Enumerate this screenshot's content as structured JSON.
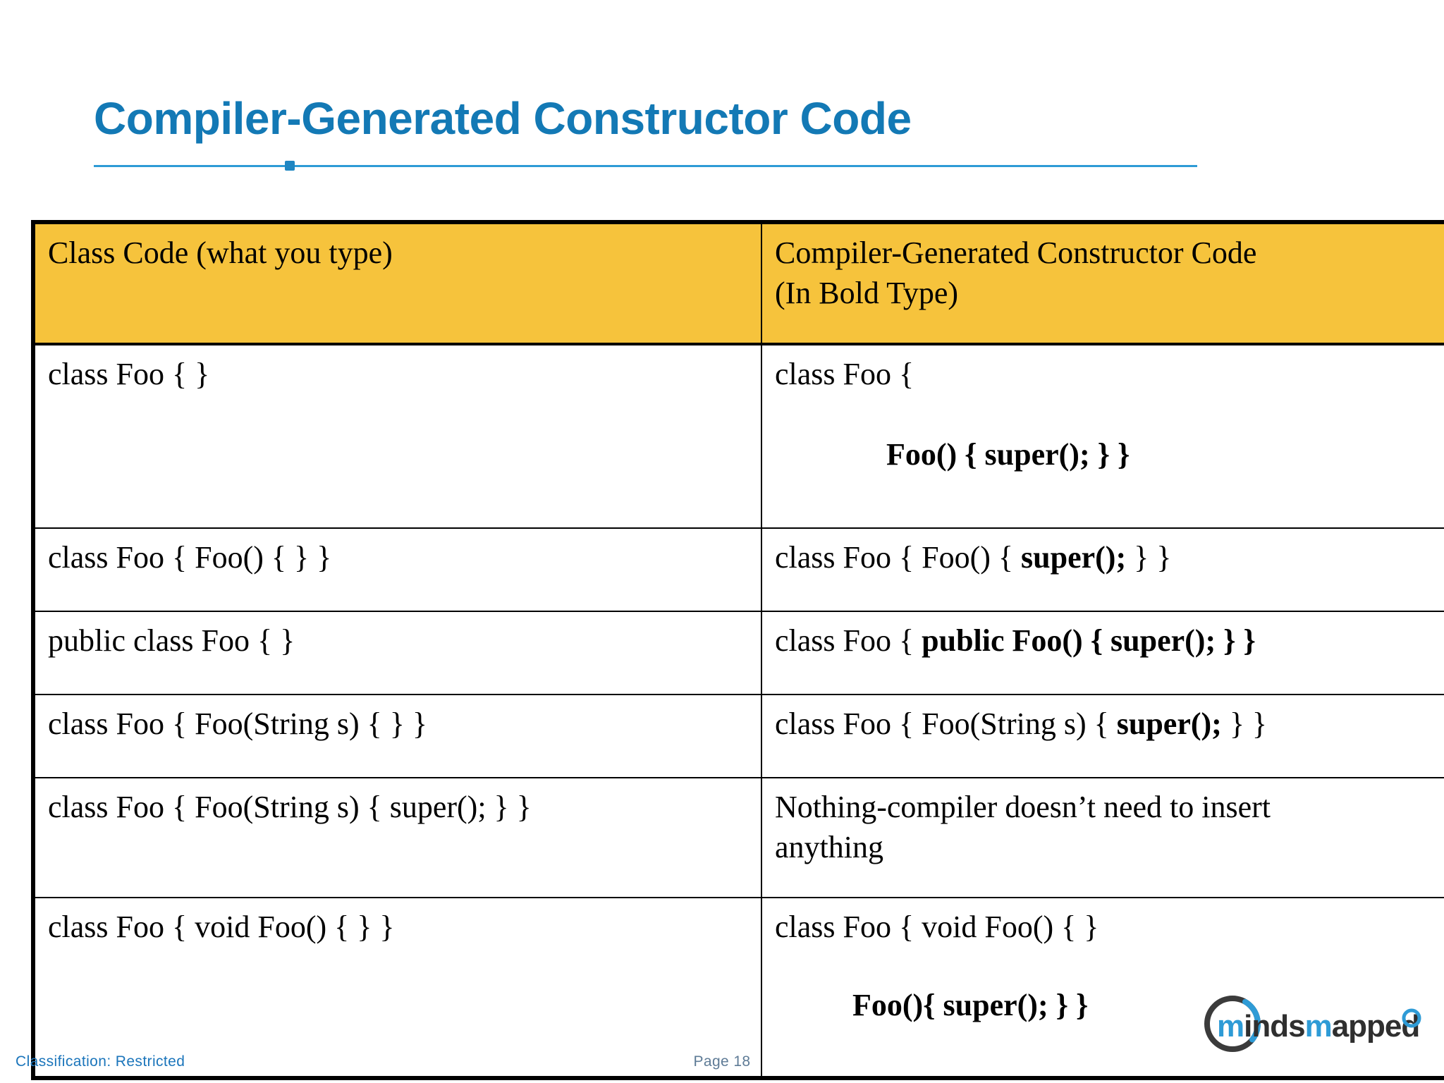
{
  "slide": {
    "title": "Compiler-Generated Constructor Code"
  },
  "table": {
    "headers": {
      "left": "Class Code (what you type)",
      "right_line1": "Compiler-Generated Constructor Code",
      "right_line2": "(In Bold Type)"
    },
    "rows": [
      {
        "left_line1": "class Foo { }",
        "right_line1": "class Foo {",
        "right_line2_bold": "Foo() { super(); } }"
      },
      {
        "left_line1": "class Foo { Foo() { } }",
        "right_pre": "class Foo { Foo() { ",
        "right_bold": "super();",
        "right_post": " } }"
      },
      {
        "left_line1": "public class Foo { }",
        "right_pre": "class Foo { ",
        "right_bold": "public Foo() { super(); } }",
        "right_post": ""
      },
      {
        "left_line1": "class Foo { Foo(String s) { } }",
        "right_pre": "class Foo { Foo(String s) { ",
        "right_bold": "super();",
        "right_post": " } }"
      },
      {
        "left_line1": "class Foo { Foo(String s) { super(); } }",
        "right_line1": "Nothing-compiler doesn’t need to insert",
        "right_line2": "anything"
      },
      {
        "left_line1": "class Foo { void Foo() { } }",
        "right_line1": "class Foo { void Foo() { }",
        "right_line2_bold": "Foo(){ super(); } }"
      }
    ]
  },
  "footer": {
    "classification": "Classification: Restricted",
    "page": "Page 18"
  },
  "logo": {
    "name": "mindsmapped-logo",
    "text_part1": "m",
    "text_part2": "inds",
    "text_part3": "m",
    "text_part4": "apped"
  },
  "colors": {
    "title_blue": "#1379B5",
    "header_amber": "#F6C33C",
    "rule_blue": "#2E9BD6",
    "footer_blue": "#1B75BB",
    "footer_gray": "#5E7B96"
  }
}
